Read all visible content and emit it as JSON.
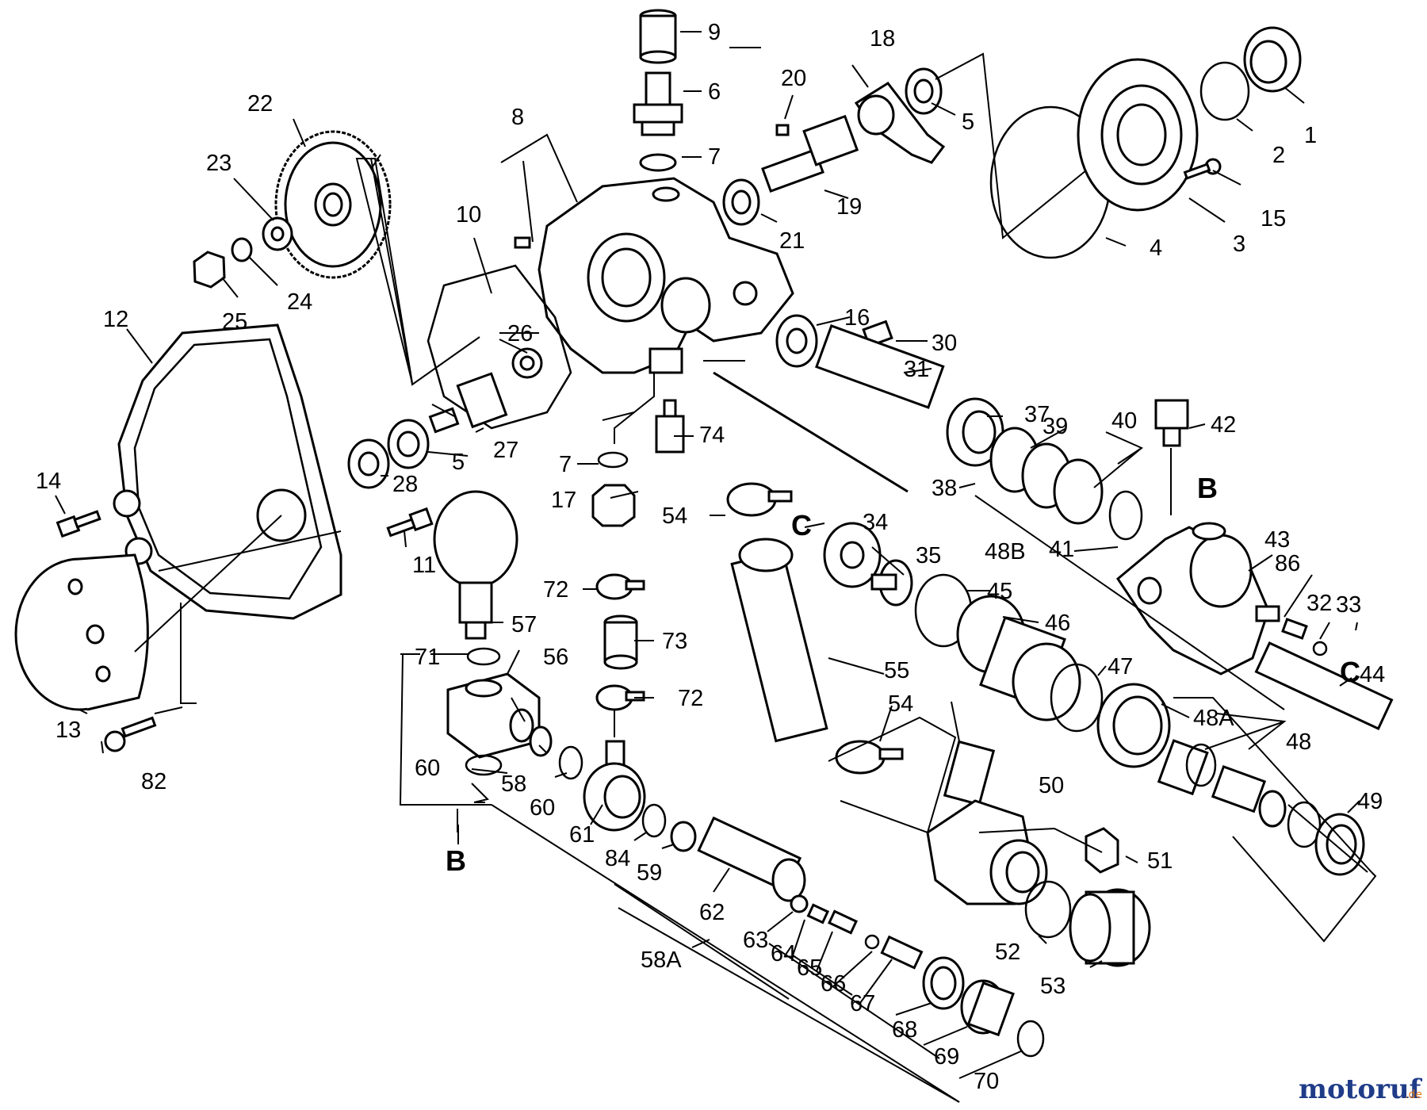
{
  "parts": [
    {
      "id": "p1",
      "label": "1"
    },
    {
      "id": "p2",
      "label": "2"
    },
    {
      "id": "p3",
      "label": "3"
    },
    {
      "id": "p4",
      "label": "4"
    },
    {
      "id": "p5a",
      "label": "5"
    },
    {
      "id": "p5b",
      "label": "5"
    },
    {
      "id": "p6",
      "label": "6"
    },
    {
      "id": "p7a",
      "label": "7"
    },
    {
      "id": "p7b",
      "label": "7"
    },
    {
      "id": "p8",
      "label": "8"
    },
    {
      "id": "p9",
      "label": "9"
    },
    {
      "id": "p10",
      "label": "10"
    },
    {
      "id": "p11",
      "label": "11"
    },
    {
      "id": "p12",
      "label": "12"
    },
    {
      "id": "p13",
      "label": "13"
    },
    {
      "id": "p14",
      "label": "14"
    },
    {
      "id": "p15",
      "label": "15"
    },
    {
      "id": "p16",
      "label": "16"
    },
    {
      "id": "p17",
      "label": "17"
    },
    {
      "id": "p18",
      "label": "18"
    },
    {
      "id": "p19",
      "label": "19"
    },
    {
      "id": "p20",
      "label": "20"
    },
    {
      "id": "p21",
      "label": "21"
    },
    {
      "id": "p22",
      "label": "22"
    },
    {
      "id": "p23",
      "label": "23"
    },
    {
      "id": "p24",
      "label": "24"
    },
    {
      "id": "p25",
      "label": "25"
    },
    {
      "id": "p26",
      "label": "26"
    },
    {
      "id": "p27",
      "label": "27"
    },
    {
      "id": "p28",
      "label": "28"
    },
    {
      "id": "p30",
      "label": "30"
    },
    {
      "id": "p31",
      "label": "31"
    },
    {
      "id": "p32",
      "label": "32"
    },
    {
      "id": "p33",
      "label": "33"
    },
    {
      "id": "p34",
      "label": "34"
    },
    {
      "id": "p35",
      "label": "35"
    },
    {
      "id": "p37",
      "label": "37"
    },
    {
      "id": "p38",
      "label": "38"
    },
    {
      "id": "p39",
      "label": "39"
    },
    {
      "id": "p40",
      "label": "40"
    },
    {
      "id": "p41",
      "label": "41"
    },
    {
      "id": "p42",
      "label": "42"
    },
    {
      "id": "p43",
      "label": "43"
    },
    {
      "id": "p44",
      "label": "44"
    },
    {
      "id": "p45",
      "label": "45"
    },
    {
      "id": "p46",
      "label": "46"
    },
    {
      "id": "p47",
      "label": "47"
    },
    {
      "id": "p48",
      "label": "48"
    },
    {
      "id": "p48A",
      "label": "48A"
    },
    {
      "id": "p48B",
      "label": "48B"
    },
    {
      "id": "p49",
      "label": "49"
    },
    {
      "id": "p50",
      "label": "50"
    },
    {
      "id": "p51",
      "label": "51"
    },
    {
      "id": "p52",
      "label": "52"
    },
    {
      "id": "p53",
      "label": "53"
    },
    {
      "id": "p54a",
      "label": "54"
    },
    {
      "id": "p54b",
      "label": "54"
    },
    {
      "id": "p55",
      "label": "55"
    },
    {
      "id": "p56",
      "label": "56"
    },
    {
      "id": "p57",
      "label": "57"
    },
    {
      "id": "p58",
      "label": "58"
    },
    {
      "id": "p58A",
      "label": "58A"
    },
    {
      "id": "p59",
      "label": "59"
    },
    {
      "id": "p60a",
      "label": "60"
    },
    {
      "id": "p60b",
      "label": "60"
    },
    {
      "id": "p61",
      "label": "61"
    },
    {
      "id": "p62",
      "label": "62"
    },
    {
      "id": "p63",
      "label": "63"
    },
    {
      "id": "p64",
      "label": "64"
    },
    {
      "id": "p65",
      "label": "65"
    },
    {
      "id": "p66",
      "label": "66"
    },
    {
      "id": "p67",
      "label": "67"
    },
    {
      "id": "p68",
      "label": "68"
    },
    {
      "id": "p69",
      "label": "69"
    },
    {
      "id": "p70",
      "label": "70"
    },
    {
      "id": "p71",
      "label": "71"
    },
    {
      "id": "p72a",
      "label": "72"
    },
    {
      "id": "p72b",
      "label": "72"
    },
    {
      "id": "p73",
      "label": "73"
    },
    {
      "id": "p74",
      "label": "74"
    },
    {
      "id": "p82",
      "label": "82"
    },
    {
      "id": "p84",
      "label": "84"
    },
    {
      "id": "p86",
      "label": "86"
    }
  ],
  "connectors": {
    "b_top": "B",
    "b_bottom": "B",
    "c_left": "C",
    "c_right": "C"
  },
  "watermark": {
    "brand": "motoruf",
    "suffix": ".de"
  },
  "colors": {
    "line": "#000000",
    "background": "#ffffff",
    "watermark_blue": "#1f3c88",
    "watermark_orange": "#e07a1f"
  }
}
